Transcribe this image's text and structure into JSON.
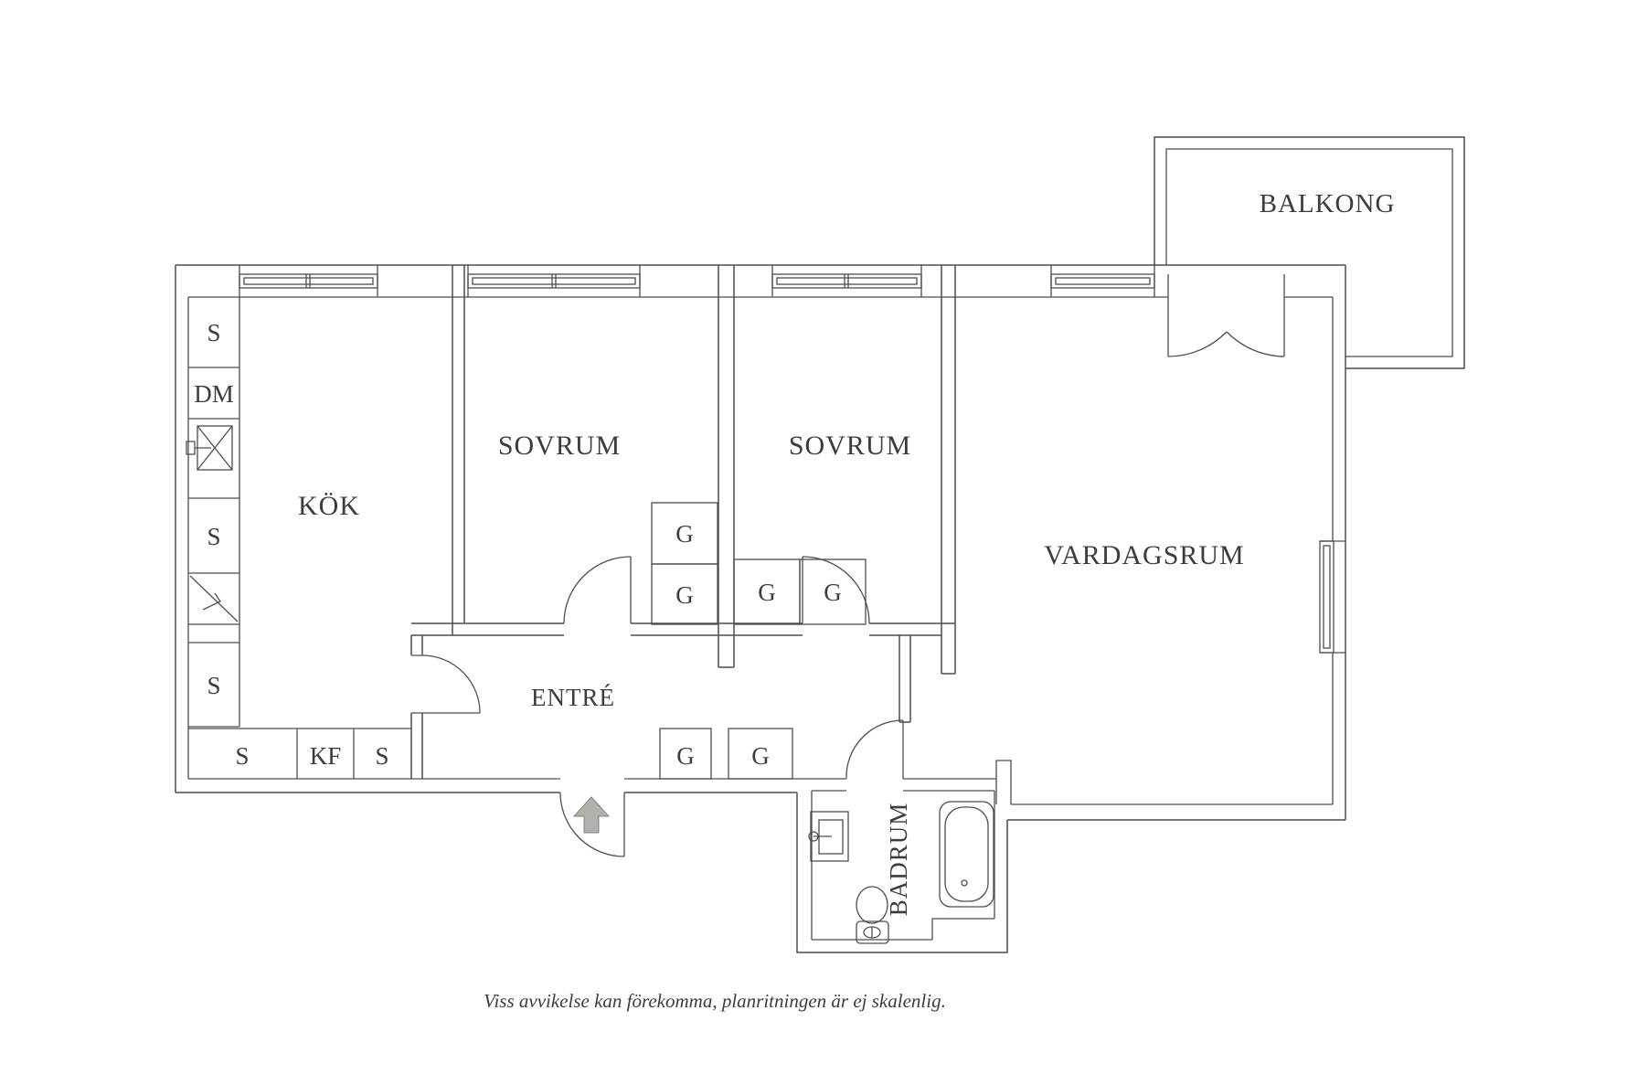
{
  "plan": {
    "rooms": {
      "balkong": "BALKONG",
      "sovrum_1": "SOVRUM",
      "sovrum_2": "SOVRUM",
      "kok": "KÖK",
      "vardagsrum": "VARDAGSRUM",
      "entre": "ENTRÉ",
      "badrum": "BADRUM"
    },
    "kitchen": {
      "column": [
        "S",
        "DM",
        "S",
        "S"
      ],
      "base_row": [
        "S",
        "KF",
        "S"
      ]
    },
    "wardrobes": {
      "sovrum_1": [
        "G",
        "G"
      ],
      "sovrum_2": [
        "G",
        "G"
      ],
      "hall": [
        "G",
        "G"
      ]
    },
    "caption": "Viss avvikelse kan förekomma, planritningen är ej skalenlig.",
    "colors": {
      "line": "#4f4f4f",
      "text": "#3c3c3c",
      "entrance_arrow": "#b1b1ad",
      "background": "#ffffff"
    }
  }
}
